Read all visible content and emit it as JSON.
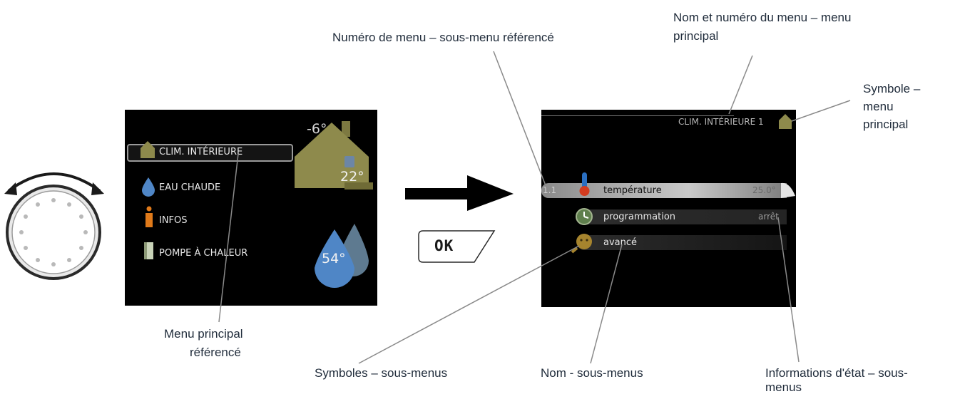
{
  "callouts": {
    "menu_number": "Numéro de menu – sous-menu référencé",
    "menu_name_number_line1": "Nom et numéro du menu – menu",
    "menu_name_number_line2": "principal",
    "symbol_line1": "Symbole –",
    "symbol_line2": "menu",
    "symbol_line3": "principal",
    "main_menu_line1": "Menu principal",
    "main_menu_line2": "référencé",
    "submenu_symbols": "Symboles – sous-menus",
    "submenu_name": "Nom - sous-menus",
    "status_line1": "Informations d'état – sous-",
    "status_line2": "menus"
  },
  "left_screen": {
    "menu_items": [
      "CLIM. INTÉRIEURE",
      "EAU CHAUDE",
      "INFOS",
      "POMPE À CHALEUR"
    ],
    "outdoor_temp": "-6°",
    "indoor_temp": "22°",
    "water_temp": "54°"
  },
  "ok_button": {
    "label": "OK"
  },
  "right_screen": {
    "title": "CLIM. INTÉRIEURE 1",
    "rows": [
      {
        "number": "1.1",
        "name": "température",
        "status": "25.0°"
      },
      {
        "number": "",
        "name": "programmation",
        "status": "arrêt"
      },
      {
        "number": "",
        "name": "avancé",
        "status": ""
      }
    ]
  },
  "colors": {
    "house": "#8e8a4c",
    "drop": "#4f86c6",
    "info": "#e07a1a",
    "highlight_border": "#9a9a9a"
  }
}
